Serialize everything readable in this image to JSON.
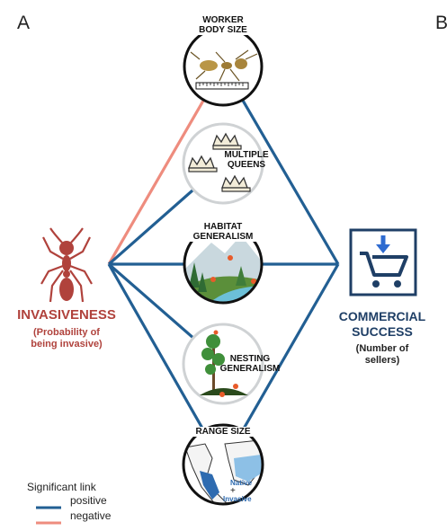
{
  "panels": {
    "a": "A",
    "b": "B"
  },
  "traits": {
    "body_size": "WORKER\nBODY SIZE",
    "queens": "MULTIPLE\nQUEENS",
    "habitat": "HABITAT\nGENERALISM",
    "nesting": "NESTING\nGENERALISM",
    "range": "RANGE SIZE"
  },
  "range_map": {
    "native": "Native",
    "plus": "+",
    "invasive": "Invasive"
  },
  "invasiveness": {
    "title": "INVASIVENESS",
    "subtitle_1": "(Probability of",
    "subtitle_2": "being invasive)"
  },
  "commercial": {
    "title_1": "COMMERCIAL",
    "title_2": "SUCCESS",
    "subtitle_1": "(Number of",
    "subtitle_2": "sellers)"
  },
  "legend": {
    "title": "Significant link",
    "positive": "positive",
    "negative": "negative"
  },
  "colors": {
    "positive": "#225f93",
    "negative": "#ee8c7e",
    "ant": "#b0423c",
    "cart_frame": "#1f3f66",
    "arrow": "#2e6bd0"
  },
  "links": [
    {
      "from": "invasiveness",
      "to": "body_size",
      "sign": "negative"
    },
    {
      "from": "invasiveness",
      "to": "queens",
      "sign": "positive"
    },
    {
      "from": "invasiveness",
      "to": "habitat",
      "sign": "positive"
    },
    {
      "from": "invasiveness",
      "to": "nesting",
      "sign": "positive"
    },
    {
      "from": "invasiveness",
      "to": "range",
      "sign": "positive"
    },
    {
      "from": "commercial",
      "to": "body_size",
      "sign": "positive"
    },
    {
      "from": "commercial",
      "to": "habitat",
      "sign": "positive"
    },
    {
      "from": "commercial",
      "to": "range",
      "sign": "positive"
    }
  ]
}
